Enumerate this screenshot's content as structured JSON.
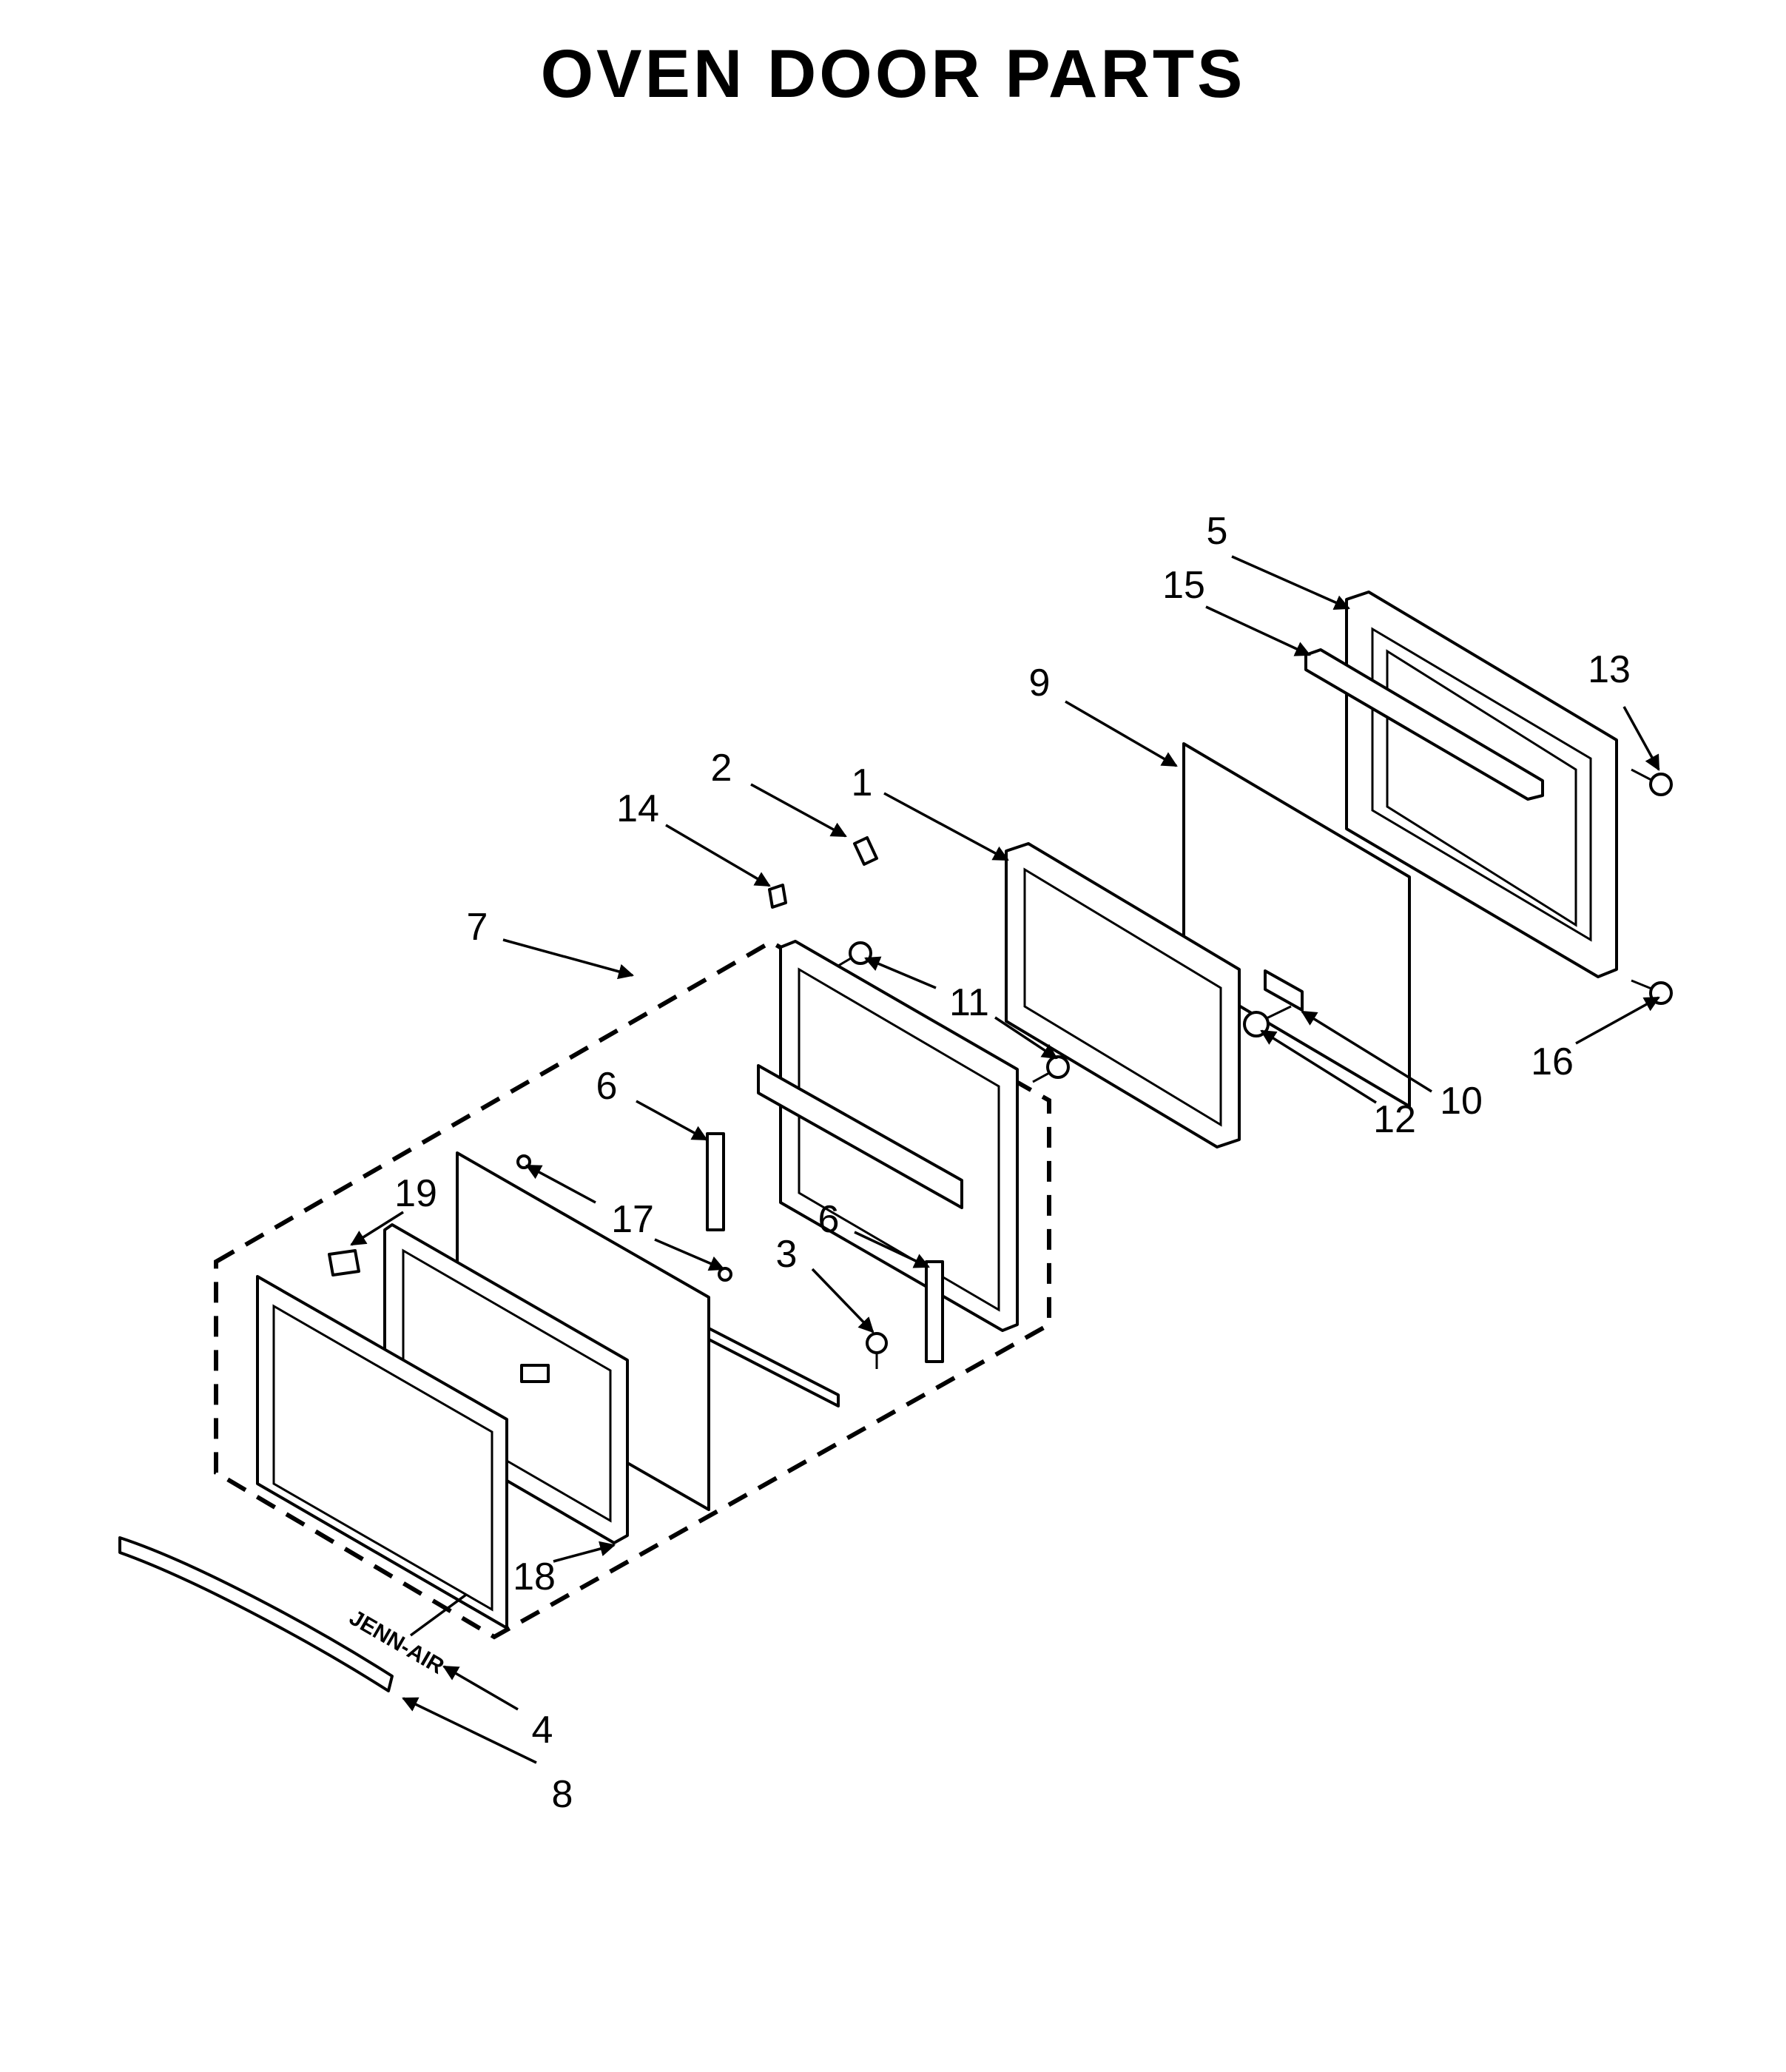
{
  "title": "OVEN DOOR PARTS",
  "logo_text": "JENN-AIR",
  "callouts": [
    "1",
    "2",
    "3",
    "4",
    "5",
    "6",
    "6",
    "7",
    "8",
    "9",
    "10",
    "11",
    "12",
    "13",
    "14",
    "15",
    "16",
    "17",
    "18",
    "19"
  ]
}
